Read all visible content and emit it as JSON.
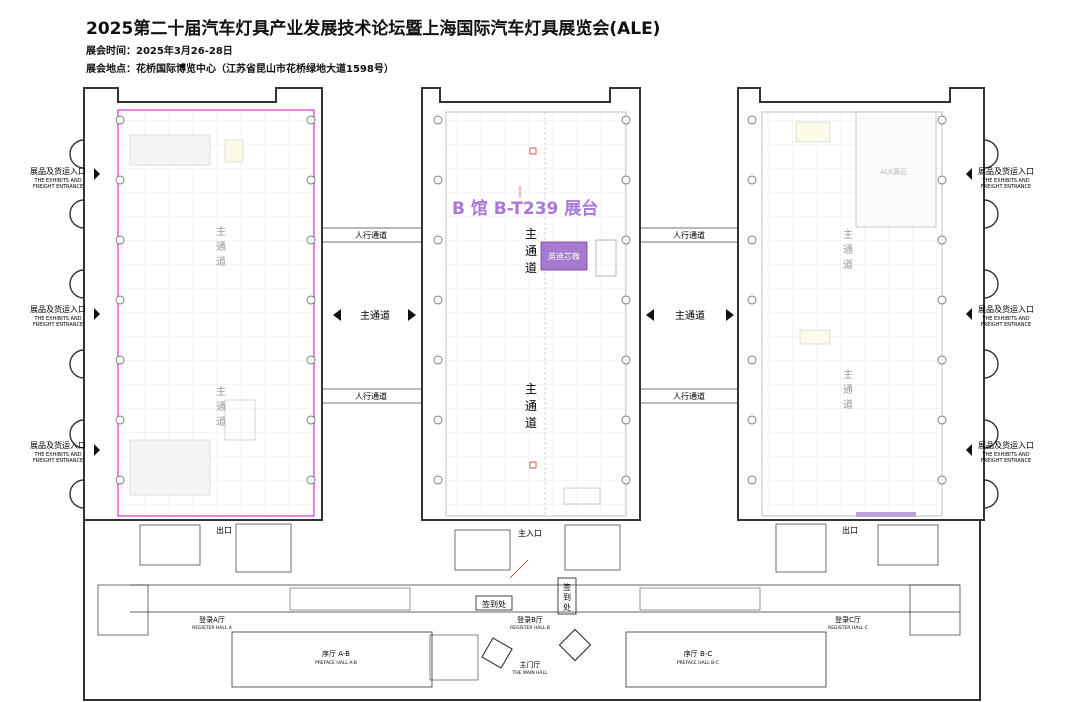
{
  "header": {
    "title": "2025第二十届汽车灯具产业发展技术论坛暨上海国际汽车灯具展览会(ALE)",
    "date": "展会时间：2025年3月26-28日",
    "venue": "展会地点：花桥国际博览中心（江苏省昆山市花桥绿地大道1598号）"
  },
  "map": {
    "highlight_label": "B 馆 B-T239 展台",
    "booth_name": "英迪芯微",
    "entrance_cn": "展品及货运入口",
    "entrance_en1": "THE EXHIBITS AND",
    "entrance_en2": "FREIGHT ENTRANCE",
    "pedestrian": "人行通道",
    "main_aisle": "主通道",
    "aisle_v1": "主",
    "aisle_v2": "通",
    "aisle_v3": "道",
    "exit": "出口",
    "main_entrance": "主入口",
    "checkin": "签到处",
    "checkin_v1": "签",
    "checkin_v2": "到",
    "checkin_v3": "处",
    "register_a": "登录A厅",
    "register_a_en": "REGISTER HALL A",
    "register_b": "登录B厅",
    "register_b_en": "REGISTER HALL B",
    "register_c": "登录C厅",
    "register_c_en": "REGISTER HALL C",
    "preface_ab": "序厅  A-B",
    "preface_ab_en": "PREFACE HALL A-B",
    "preface_bc": "序厅  B-C",
    "preface_bc_en": "PREFACE HALL B-C",
    "main_hall": "主门厅",
    "main_hall_en": "THE MAIN HALL",
    "colors": {
      "highlight_text": "#a978d9",
      "booth_fill": "#a67ad0",
      "hall_a_border": "#d63ad6",
      "wall": "#333333",
      "marker_red": "#d62828"
    }
  }
}
